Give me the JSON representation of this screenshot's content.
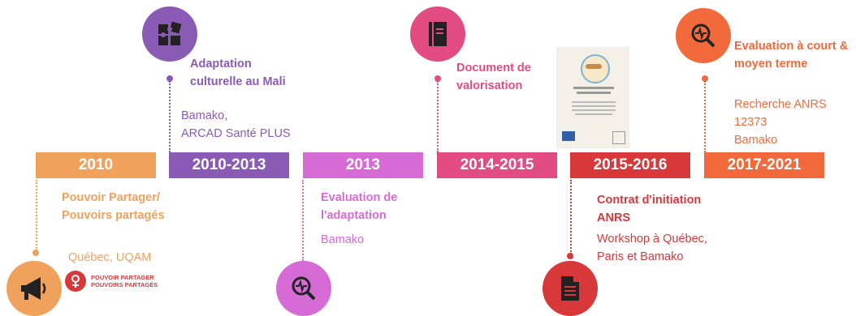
{
  "periods": [
    {
      "year": "2010",
      "color": "#f0a15c",
      "title": [
        "Pouvoir Partager/",
        "Pouvoirs partagés"
      ],
      "sub": [
        "Québec, UQAM"
      ]
    },
    {
      "year": "2010-2013",
      "color": "#8a5bb5",
      "title": [
        "Adaptation",
        "culturelle au Mali"
      ],
      "sub": [
        "Bamako,",
        "ARCAD Santé PLUS"
      ]
    },
    {
      "year": "2013",
      "color": "#d66bd6",
      "title": [
        "Evaluation de",
        "l'adaptation"
      ],
      "sub": [
        "Bamako"
      ]
    },
    {
      "year": "2014-2015",
      "color": "#e34b83",
      "title": [
        "Document de",
        "valorisation"
      ],
      "sub": []
    },
    {
      "year": "2015-2016",
      "color": "#d9383b",
      "title": [
        "Contrat d'initiation",
        "ANRS"
      ],
      "sub": [
        "Workshop à Québec,",
        "Paris et Bamako"
      ]
    },
    {
      "year": "2017-2021",
      "color": "#f26a3c",
      "title": [
        "Evaluation à court &",
        "moyen terme"
      ],
      "sub": [
        "Recherche ANRS",
        "12373",
        "Bamako"
      ]
    }
  ],
  "logo": {
    "line1": "POUVOIR PARTAGER",
    "line2": "POUVOIRS PARTAGÉS"
  },
  "colors": {
    "text_light": "#f0a15c"
  },
  "icons": {
    "p1": "megaphone-icon",
    "p2": "puzzle-icon",
    "p3": "magnify-heartbeat-icon",
    "p4": "notebook-icon",
    "p5": "document-icon",
    "p6": "magnify-heartbeat-icon"
  }
}
